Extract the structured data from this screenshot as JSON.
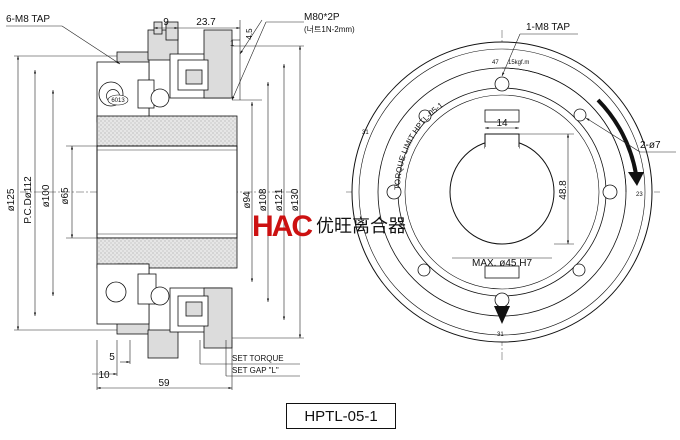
{
  "model": "HPTL-05-1",
  "brand": {
    "logo": "HAC",
    "name": "优旺离合器",
    "color": "#cc1111"
  },
  "left_view": {
    "labels": {
      "tap": "6-M8 TAP",
      "thread": "M80*2P",
      "thread_note": "(너트1N-2mm)",
      "bearing": "6013",
      "set_torque": "SET TORQUE",
      "set_gap": "SET GAP \"L\""
    },
    "dims": {
      "d125": "ø125",
      "pcd": "P.C.Dø112",
      "d100": "ø100",
      "d65": "ø65",
      "d94": "ø94",
      "d108": "ø108",
      "d121": "ø121",
      "d130": "ø130",
      "top_9": "9",
      "top_23_7": "23.7",
      "top_1": "1",
      "top_4_5": "4.5",
      "bot_5": "5",
      "bot_10": "10",
      "bot_59": "59"
    }
  },
  "right_view": {
    "labels": {
      "tap": "1-M8 TAP",
      "holes": "2-ø7",
      "ring_text": "TORQUE LIMIT HPTL-05-1",
      "torque_unit": "15kgf.m",
      "scale_47": "47",
      "scale_23": "23",
      "scale_31": "31",
      "ring_tick_left": "31"
    },
    "dims": {
      "keyway_width": "14",
      "keyway_height": "48.8",
      "bore": "MAX. ø45 H7"
    }
  }
}
